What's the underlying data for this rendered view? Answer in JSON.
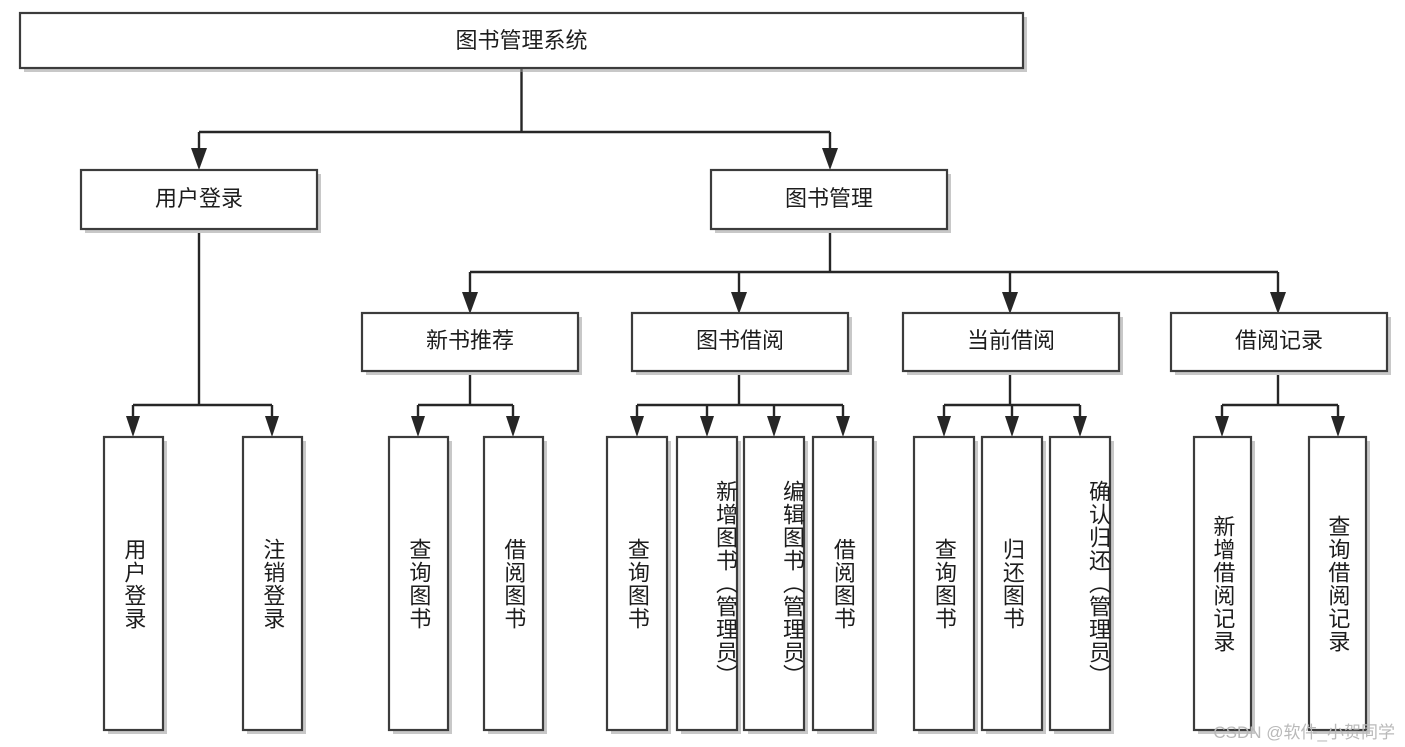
{
  "diagram": {
    "title": "图书管理系统",
    "type": "tree-hierarchy-chart",
    "root": {
      "label": "图书管理系统"
    },
    "level2": [
      {
        "label": "用户登录"
      },
      {
        "label": "图书管理"
      }
    ],
    "level3": [
      {
        "label": "新书推荐"
      },
      {
        "label": "图书借阅"
      },
      {
        "label": "当前借阅"
      },
      {
        "label": "借阅记录"
      }
    ],
    "leaves": {
      "user_login": [
        {
          "label": "用户登录"
        },
        {
          "label": "注销登录"
        }
      ],
      "new_book_recommend": [
        {
          "label": "查询图书"
        },
        {
          "label": "借阅图书"
        }
      ],
      "book_borrow": [
        {
          "label": "查询图书"
        },
        {
          "label": "新增图书（管理员）"
        },
        {
          "label": "编辑图书（管理员）"
        },
        {
          "label": "借阅图书"
        }
      ],
      "current_borrow": [
        {
          "label": "查询图书"
        },
        {
          "label": "归还图书"
        },
        {
          "label": "确认归还（管理员）"
        }
      ],
      "borrow_record": [
        {
          "label": "新增借阅记录"
        },
        {
          "label": "查询借阅记录"
        }
      ]
    }
  },
  "watermark": {
    "text": "CSDN @软件_小贺同学"
  },
  "colors": {
    "box_stroke": "#3c3c3c",
    "connector": "#262626",
    "text": "#1d1d1d",
    "background": "#ffffff",
    "watermark": "#b9b9b9"
  }
}
